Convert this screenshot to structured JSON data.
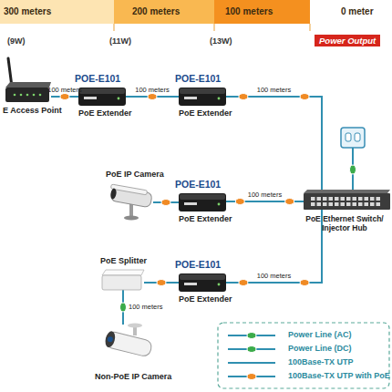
{
  "diagram": {
    "nodes": [
      {
        "text": [
          "E Access Point"
        ]
      },
      {
        "text": [
          "POE-E101",
          "PoE Extender"
        ]
      },
      {
        "text": [
          "POE-E101",
          "PoE Extender"
        ]
      },
      {
        "text": [
          "PoE IP Camera"
        ]
      },
      {
        "text": [
          "POE-E101",
          "PoE Extender"
        ]
      },
      {
        "text": [
          "PoE Ethernet Switch/ Injector Hub"
        ]
      },
      {
        "text": [
          "PoE Splitter"
        ]
      },
      {
        "text": [
          "POE-E101",
          "PoE Extender"
        ]
      },
      {
        "text": [
          "Non-PoE IP Camera"
        ]
      }
    ],
    "edges": [
      {
        "from": 0,
        "to": 1,
        "label": "100 meters",
        "arrow": "none"
      },
      {
        "from": 1,
        "to": 2,
        "label": "100 meters",
        "arrow": "none"
      },
      {
        "from": 2,
        "to": 5,
        "label": "100 meters",
        "arrow": "none"
      },
      {
        "from": 3,
        "to": 4,
        "arrow": "none"
      },
      {
        "from": 4,
        "to": 5,
        "label": "100 meters",
        "arrow": "none"
      },
      {
        "from": 6,
        "to": 7,
        "arrow": "none"
      },
      {
        "from": 7,
        "to": 5,
        "label": "100 meters",
        "arrow": "none"
      },
      {
        "from": 6,
        "to": 8,
        "label": "100 meters",
        "arrow": "none"
      }
    ],
    "labels": [
      "300 meters",
      "200 meters",
      "100 meters",
      "0 meter",
      "Power Output",
      "(9W)",
      "(11W)",
      "(13W)"
    ],
    "legend": [
      {
        "text": "Power Line (AC)"
      },
      {
        "text": "Power Line (DC)"
      },
      {
        "text": "100Base-TX UTP"
      },
      {
        "text": "100Base-TX UTP with PoE"
      }
    ]
  }
}
